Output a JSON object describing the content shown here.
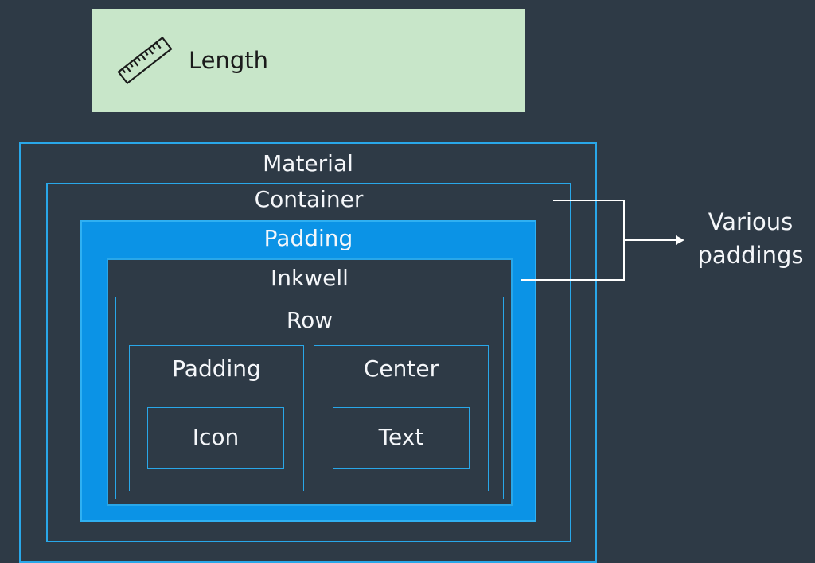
{
  "card": {
    "label": "Length",
    "icon": "ruler-icon"
  },
  "diagram": {
    "material": "Material",
    "container": "Container",
    "padding_outer": "Padding",
    "inkwell": "Inkwell",
    "row": "Row",
    "padding_inner": "Padding",
    "center": "Center",
    "icon": "Icon",
    "text": "Text"
  },
  "annotation": {
    "line1": "Various",
    "line2": "paddings"
  },
  "colors": {
    "background": "#2e3a46",
    "card": "#c8e6c9",
    "outline": "#29a7e9",
    "padding_fill": "#0b93e6"
  }
}
